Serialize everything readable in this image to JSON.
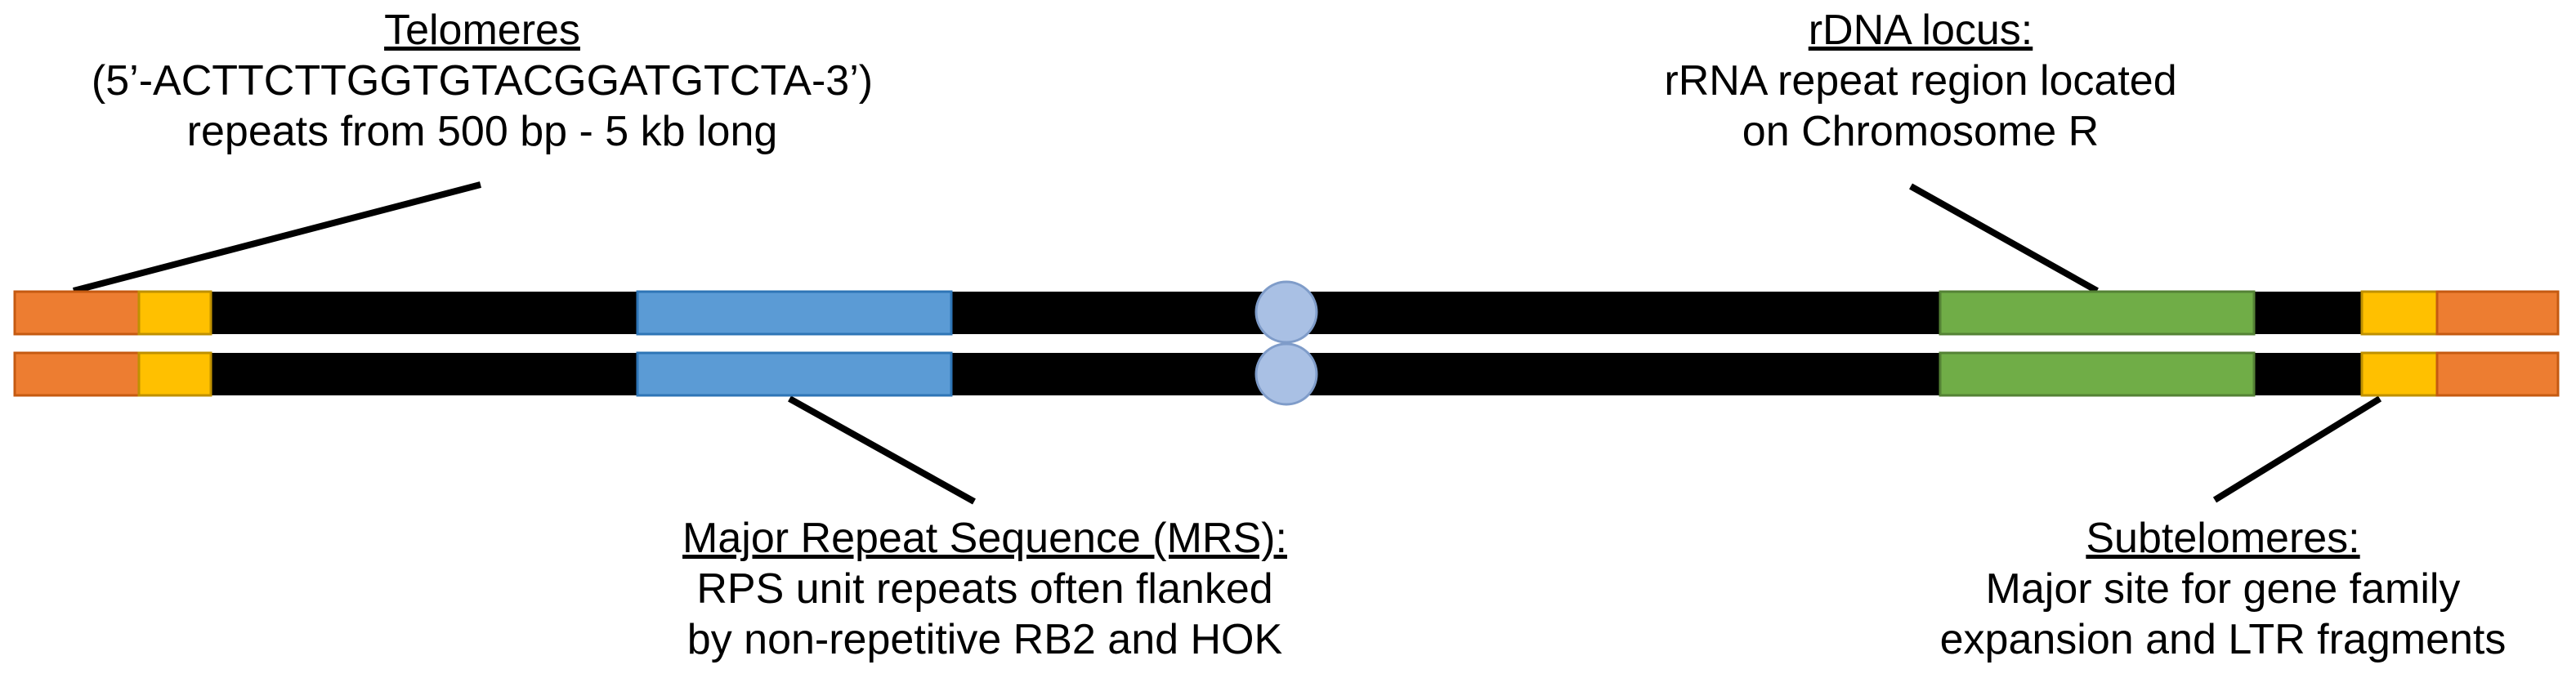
{
  "labels": {
    "telomeres": {
      "title": "Telomeres",
      "line1": "(5’-ACTTCTTGGTGTACGGATGTCTA-3’)",
      "line2": "repeats from 500 bp - 5 kb long"
    },
    "rdna": {
      "title": "rDNA locus:",
      "line1": "rRNA repeat region located",
      "line2": "on Chromosome R"
    },
    "mrs": {
      "title": "Major Repeat Sequence (MRS):",
      "line1": "RPS unit repeats often flanked",
      "line2": "by non-repetitive RB2 and HOK"
    },
    "subtelomeres": {
      "title": "Subtelomeres:",
      "line1": "Major site for gene family",
      "line2": "expansion and LTR fragments"
    }
  },
  "colors": {
    "telomere": "#ED7D31",
    "subtelomere": "#FFC000",
    "chromatin": "#000000",
    "mrs": "#5B9BD5",
    "rdna": "#70AD47",
    "centromere": "#A9C0E4"
  }
}
